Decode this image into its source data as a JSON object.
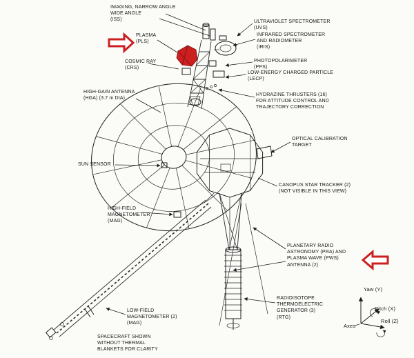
{
  "colors": {
    "ink": "#1d1d1d",
    "highlight_red": "#cc1f1f",
    "background": "#fbfbf8"
  },
  "labels": {
    "iss": "IMAGING, NARROW ANGLE\nWIDE ANGLE\n(ISS)",
    "pls": "PLASMA\n(PLS)",
    "uvs": "ULTRAVIOLET SPECTROMETER\n(UVS)",
    "iris": "INFRARED SPECTROMETER\nAND RADIOMETER\n(IRIS)",
    "crs": "COSMIC RAY\n(CRS)",
    "pps": "PHOTOPOLARIMETER\n(PPS)",
    "lecp": "LOW-ENERGY CHARGED PARTICLE\n(LECP)",
    "hga": "HIGH-GAIN ANTENNA\n(HGA) (3.7 m DIA)",
    "thrusters": "HYDRAZINE THRUSTERS (16)\nFOR ATTITUDE CONTROL AND\nTRAJECTORY CORRECTION",
    "oct": "OPTICAL CALIBRATION\nTARGET",
    "sun_sensor": "SUN SENSOR",
    "canopus": "CANOPUS STAR TRACKER (2)\n(NOT VISIBLE IN THIS VIEW)",
    "hf_mag": "HIGH-FIELD\nMAGNETOMETER\n(MAG)",
    "pra_pws": "PLANETARY RADIO\nASTRONOMY (PRA) AND\nPLASMA WAVE (PWS)\nANTENNA (2)",
    "rtg": "RADIOISOTOPE\nTHERMOELECTRIC\nGENERATOR (3)\n(RTG)",
    "lf_mag": "LOW-FIELD\nMAGNETOMETER (2)\n(MAG)",
    "note": "SPACECRAFT SHOWN\nWITHOUT THERMAL\nBLANKETS FOR CLARITY",
    "axes": {
      "yaw": "Yaw (Y)",
      "pitch": "Pitch (X)",
      "roll": "Roll (Z)",
      "title": "Axes"
    }
  }
}
